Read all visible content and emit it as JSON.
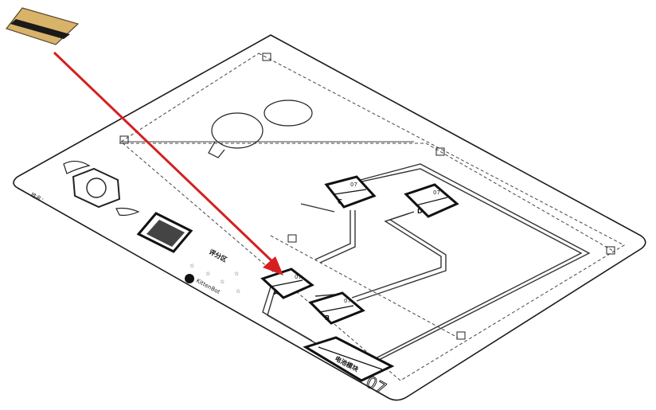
{
  "board": {
    "number": "07",
    "name_label": "姓名：",
    "score_label": "评分区",
    "brand": "KittenBot",
    "components": [
      {
        "id": "A",
        "label": "A",
        "tag": "07"
      },
      {
        "id": "B",
        "label": "B",
        "tag": "07"
      },
      {
        "id": "C",
        "label": "C",
        "tag": "07"
      },
      {
        "id": "D",
        "label": "D",
        "tag": "07"
      }
    ],
    "battery_label": "电池模块"
  },
  "colors": {
    "arrow": "#d42020",
    "card_top": "#d9b36a",
    "card_stripe": "#1a1a1a"
  },
  "icons": [
    "magnetic-card-icon",
    "red-arrow-icon",
    "lightbulb-icon",
    "qr-code-icon",
    "winged-badge-icon",
    "star-icon",
    "cat-logo-icon"
  ]
}
